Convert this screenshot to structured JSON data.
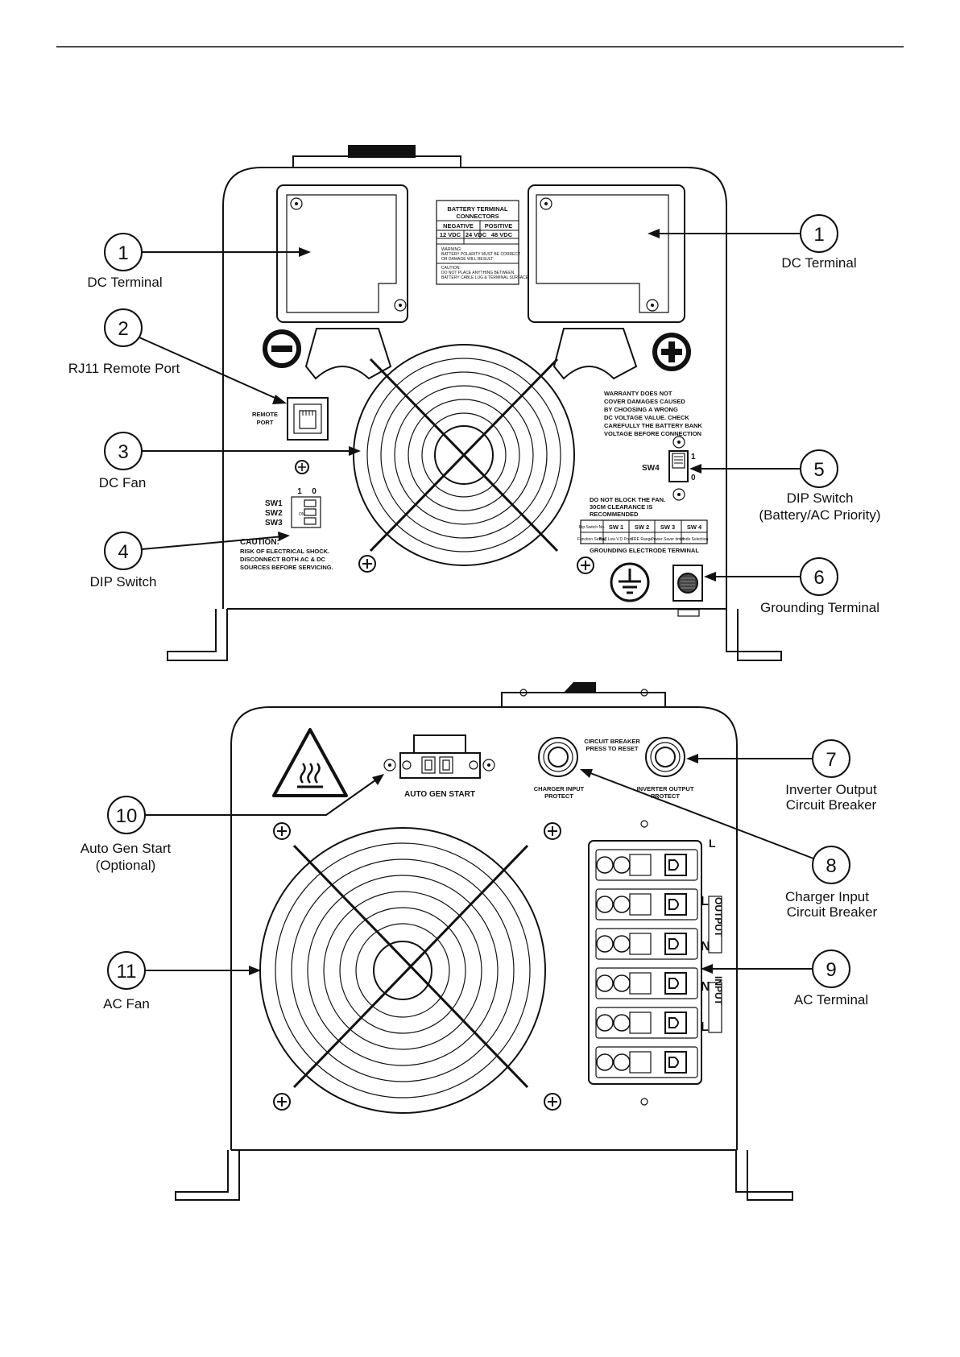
{
  "callouts": {
    "c1_left": {
      "num": "1",
      "label": "DC Terminal"
    },
    "c1_right": {
      "num": "1",
      "label": "DC Terminal"
    },
    "c2": {
      "num": "2",
      "label": "RJ11 Remote Port"
    },
    "c3": {
      "num": "3",
      "label": "DC Fan"
    },
    "c4": {
      "num": "4",
      "label": "DIP Switch"
    },
    "c5": {
      "num": "5",
      "label1": "DIP Switch",
      "label2": "(Battery/AC Priority)"
    },
    "c6": {
      "num": "6",
      "label": "Grounding Terminal"
    },
    "c7": {
      "num": "7",
      "label1": "Inverter Output",
      "label2": "Circuit Breaker"
    },
    "c8": {
      "num": "8",
      "label1": "Charger Input",
      "label2": "Circuit Breaker"
    },
    "c9": {
      "num": "9",
      "label": "AC Terminal"
    },
    "c10": {
      "num": "10",
      "label1": "Auto Gen Start",
      "label2": "(Optional)"
    },
    "c11": {
      "num": "11",
      "label": "AC Fan"
    }
  },
  "dc_panel": {
    "battery_label": {
      "title1": "BATTERY TERMINAL",
      "title2": "CONNECTORS",
      "negative": "NEGATIVE",
      "positive": "POSITIVE",
      "v12": "12 VDC",
      "v24": "24 VDC",
      "v48": "48 VDC",
      "warning1": "WARNING:",
      "warning2": "BATTERY POLARITY MUST BE CORRECT",
      "warning3": "OR DAMAGE WILL RESULT",
      "caution1": "CAUTION:",
      "caution2": "DO NOT PLACE ANYTHING BETWEEN",
      "caution3": "BATTERY CABLE LUG & TERMINAL SURFACE"
    },
    "remote_port": [
      "REMOTE",
      "PORT"
    ],
    "warranty": [
      "WARRANTY DOES NOT",
      "COVER DAMAGES CAUSED",
      "BY CHOOSING A WRONG",
      "DC VOLTAGE VALUE. CHECK",
      "CAREFULLY THE BATTERY BANK",
      "VOLTAGE BEFORE CONNECTION"
    ],
    "sw4": "SW4",
    "sw4_1": "1",
    "sw4_0": "0",
    "dip_header_1": "1",
    "dip_header_0": "0",
    "sw_labels": [
      "SW1",
      "SW2",
      "SW3"
    ],
    "dip_on": "ON",
    "caution": [
      "CAUTION:",
      "RISK OF ELECTRICAL SHOCK.",
      "DISCONNECT BOTH AC & DC",
      "SOURCES BEFORE SERVICING."
    ],
    "fan_notice": [
      "DO NOT BLOCK THE FAN.",
      "30CM CLEARANCE IS",
      "RECOMMENDED"
    ],
    "sw_table": {
      "headers": [
        "Dip Switch No.",
        "SW 1",
        "SW 2",
        "SW 3",
        "SW 4"
      ],
      "row": [
        "Function Setting",
        "BAT Low V.D Point",
        "FRE Range",
        "Power Saver timer",
        "Mode Selection"
      ]
    },
    "grounding": "GROUNDING ELECTRODE TERMINAL"
  },
  "ac_panel": {
    "auto_gen_start": "AUTO GEN START",
    "circuit_breaker": [
      "CIRCUIT BREAKER",
      "PRESS TO RESET"
    ],
    "charger_input": [
      "CHARGER INPUT",
      "PROTECT"
    ],
    "inverter_output": [
      "INVERTER OUTPUT",
      "PROTECT"
    ],
    "terminal_output": "OUTPUT",
    "terminal_input": "INPUT",
    "terminal_L_out": "L",
    "terminal_N_out": "N",
    "terminal_N_in": "N",
    "terminal_L_in": "L"
  }
}
